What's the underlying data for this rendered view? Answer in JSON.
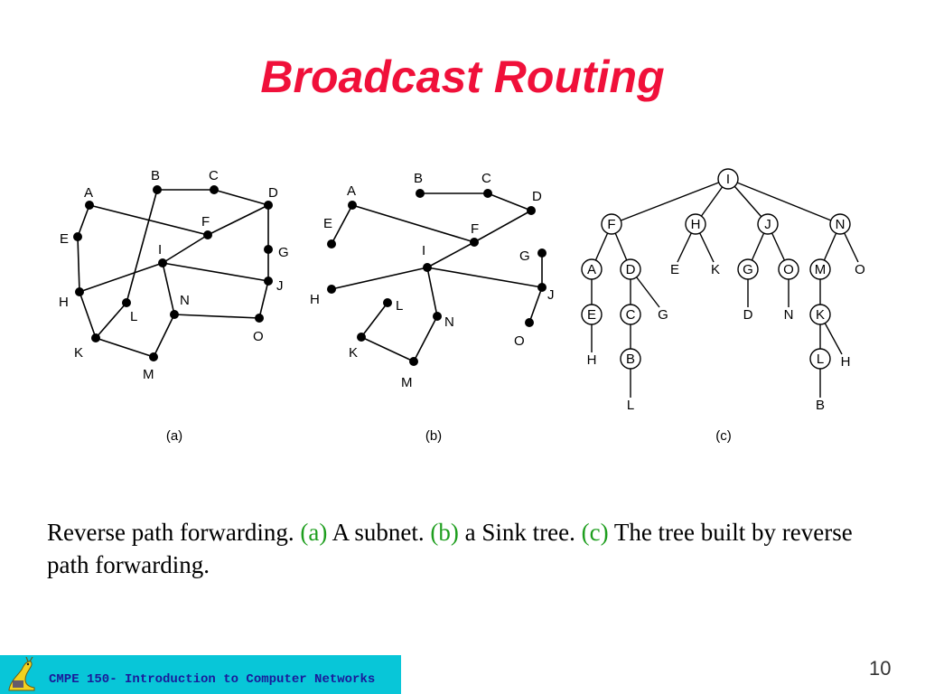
{
  "slide": {
    "title": "Broadcast Routing",
    "page_number": "10",
    "footer_text": "CMPE 150- Introduction to Computer Networks"
  },
  "caption": {
    "text1": "Reverse path forwarding. ",
    "label_a": "(a)",
    "text2": " A subnet. ",
    "label_b": "(b)",
    "text3": " a Sink tree. ",
    "label_c": "(c)",
    "text4": " The tree built by reverse path forwarding."
  },
  "diagram": {
    "panel_labels": [
      "(a)",
      "(b)",
      "(c)"
    ],
    "subnet_a": {
      "nodes": [
        "A",
        "B",
        "C",
        "D",
        "E",
        "F",
        "G",
        "H",
        "I",
        "J",
        "K",
        "L",
        "M",
        "N",
        "O"
      ],
      "edges": [
        [
          "A",
          "E"
        ],
        [
          "A",
          "F"
        ],
        [
          "B",
          "C"
        ],
        [
          "B",
          "L"
        ],
        [
          "C",
          "D"
        ],
        [
          "D",
          "F"
        ],
        [
          "D",
          "G"
        ],
        [
          "E",
          "H"
        ],
        [
          "F",
          "I"
        ],
        [
          "G",
          "J"
        ],
        [
          "H",
          "I"
        ],
        [
          "H",
          "K"
        ],
        [
          "I",
          "J"
        ],
        [
          "I",
          "N"
        ],
        [
          "J",
          "O"
        ],
        [
          "K",
          "L"
        ],
        [
          "K",
          "M"
        ],
        [
          "M",
          "N"
        ],
        [
          "N",
          "O"
        ]
      ]
    },
    "sink_tree_b": {
      "nodes": [
        "A",
        "B",
        "C",
        "D",
        "E",
        "F",
        "G",
        "H",
        "I",
        "J",
        "K",
        "L",
        "M",
        "N",
        "O"
      ],
      "edges": [
        [
          "A",
          "E"
        ],
        [
          "A",
          "F"
        ],
        [
          "B",
          "C"
        ],
        [
          "C",
          "D"
        ],
        [
          "F",
          "I"
        ],
        [
          "H",
          "I"
        ],
        [
          "I",
          "J"
        ],
        [
          "G",
          "J"
        ],
        [
          "J",
          "O"
        ],
        [
          "I",
          "N"
        ],
        [
          "N",
          "M"
        ],
        [
          "M",
          "K"
        ],
        [
          "K",
          "L"
        ]
      ]
    },
    "rpf_tree_c": {
      "circle_nodes": [
        "I",
        "F",
        "H",
        "J",
        "N",
        "A",
        "D",
        "G",
        "O",
        "M",
        "E",
        "C",
        "K",
        "B",
        "L"
      ],
      "leaf_labels": [
        "E",
        "K",
        "O",
        "G",
        "D",
        "N",
        "H",
        "L",
        "H",
        "B"
      ]
    }
  }
}
